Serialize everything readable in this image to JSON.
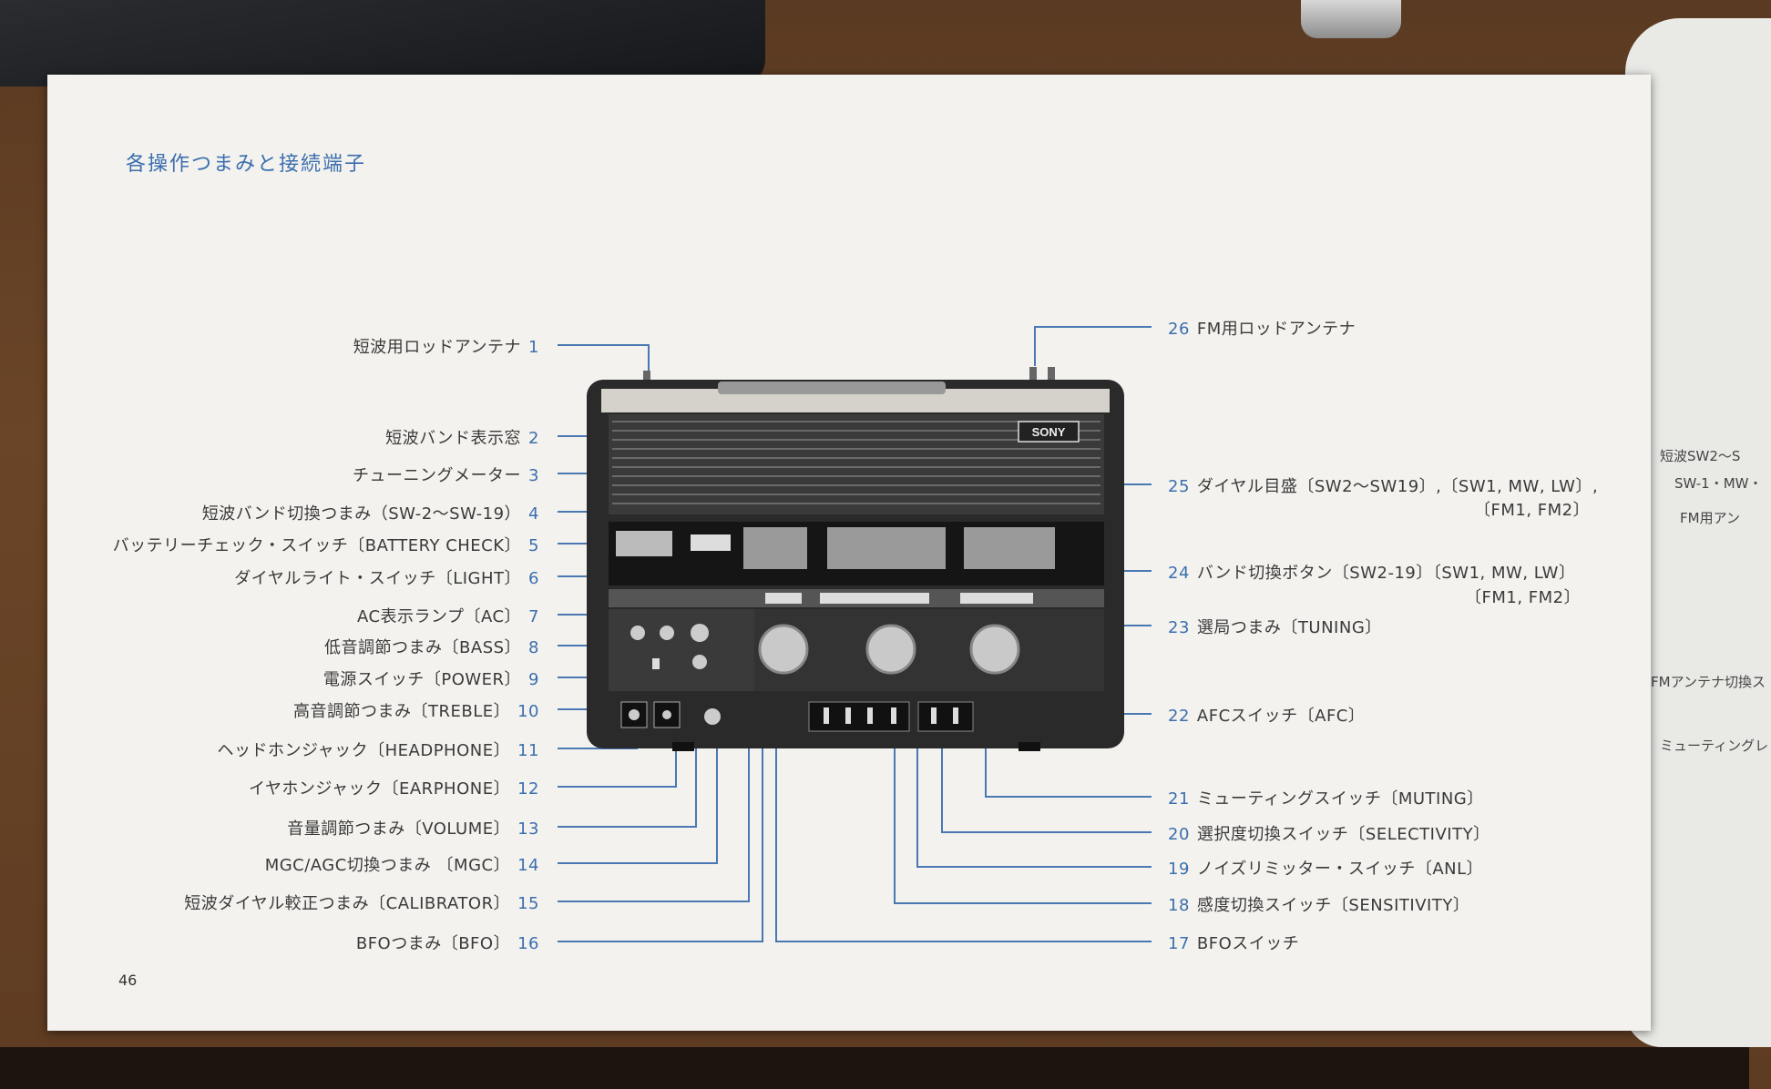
{
  "page": {
    "heading": "各操作つまみと接続端子",
    "page_number": "46",
    "brand": "SONY"
  },
  "left_labels": [
    {
      "text": "短波用ロッドアンテナ",
      "num": "1"
    },
    {
      "text": "短波バンド表示窓",
      "num": "2"
    },
    {
      "text": "チューニングメーター",
      "num": "3"
    },
    {
      "text": "短波バンド切換つまみ（SW-2～SW-19）",
      "num": "4"
    },
    {
      "text": "バッテリーチェック・スイッチ〔BATTERY CHECK〕",
      "num": "5"
    },
    {
      "text": "ダイヤルライト・スイッチ〔LIGHT〕",
      "num": "6"
    },
    {
      "text": "AC表示ランプ〔AC〕",
      "num": "7"
    },
    {
      "text": "低音調節つまみ〔BASS〕",
      "num": "8"
    },
    {
      "text": "電源スイッチ〔POWER〕",
      "num": "9"
    },
    {
      "text": "高音調節つまみ〔TREBLE〕",
      "num": "10"
    },
    {
      "text": "ヘッドホンジャック〔HEADPHONE〕",
      "num": "11"
    },
    {
      "text": "イヤホンジャック〔EARPHONE〕",
      "num": "12"
    },
    {
      "text": "音量調節つまみ〔VOLUME〕",
      "num": "13"
    },
    {
      "text": "MGC/AGC切換つまみ 〔MGC〕",
      "num": "14"
    },
    {
      "text": "短波ダイヤル較正つまみ〔CALIBRATOR〕",
      "num": "15"
    },
    {
      "text": "BFOつまみ〔BFO〕",
      "num": "16"
    }
  ],
  "right_labels": [
    {
      "num": "26",
      "text": "FM用ロッドアンテナ",
      "sub": ""
    },
    {
      "num": "25",
      "text": "ダイヤル目盛〔SW2～SW19〕,〔SW1, MW, LW〕,",
      "sub": "〔FM1, FM2〕"
    },
    {
      "num": "24",
      "text": "バンド切換ボタン〔SW2-19〕〔SW1, MW, LW〕",
      "sub": "〔FM1, FM2〕"
    },
    {
      "num": "23",
      "text": "選局つまみ〔TUNING〕",
      "sub": ""
    },
    {
      "num": "22",
      "text": "AFCスイッチ〔AFC〕",
      "sub": ""
    },
    {
      "num": "21",
      "text": "ミューティングスイッチ〔MUTING〕",
      "sub": ""
    },
    {
      "num": "20",
      "text": "選択度切換スイッチ〔SELECTIVITY〕",
      "sub": ""
    },
    {
      "num": "19",
      "text": "ノイズリミッター・スイッチ〔ANL〕",
      "sub": ""
    },
    {
      "num": "18",
      "text": "感度切換スイッチ〔SENSITIVITY〕",
      "sub": ""
    },
    {
      "num": "17",
      "text": "BFOスイッチ",
      "sub": ""
    }
  ],
  "next_page_fragments": [
    "短波SW2～S",
    "SW-1・MW・",
    "FM用アン",
    "FMアンテナ切換ス",
    "ミューティングレ"
  ],
  "colors": {
    "accent": "#3b6fae",
    "paper": "#f3f2ee",
    "text": "#3a3a3a"
  }
}
